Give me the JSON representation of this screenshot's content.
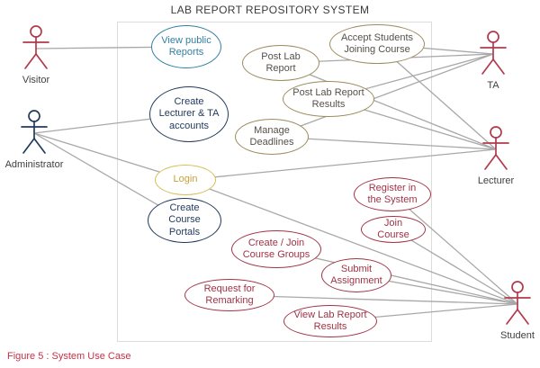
{
  "title": "LAB REPORT REPOSITORY SYSTEM",
  "caption": "Figure 5 : System Use Case",
  "actors": [
    {
      "id": "actor-visitor",
      "label": "Visitor",
      "color": "#b03a4c"
    },
    {
      "id": "actor-administrator",
      "label": "Administrator",
      "color": "#233a5e"
    },
    {
      "id": "actor-ta",
      "label": "TA",
      "color": "#b03a4c"
    },
    {
      "id": "actor-lecturer",
      "label": "Lecturer",
      "color": "#b03a4c"
    },
    {
      "id": "actor-student",
      "label": "Student",
      "color": "#b03a4c"
    }
  ],
  "usecases": [
    {
      "id": "uc-view-public-reports",
      "label": "View public Reports",
      "border": "#337fa3",
      "text": "#337fa3"
    },
    {
      "id": "uc-post-lab-report",
      "label": "Post Lab Report",
      "border": "#9c8b5d",
      "text": "#55504a"
    },
    {
      "id": "uc-accept-students",
      "label": "Accept Students Joining Course",
      "border": "#9c8b5d",
      "text": "#55504a"
    },
    {
      "id": "uc-post-lab-report-results",
      "label": "Post Lab Report Results",
      "border": "#9c8b5d",
      "text": "#55504a"
    },
    {
      "id": "uc-create-lecturer-ta",
      "label": "Create Lecturer & TA accounts",
      "border": "#233a5e",
      "text": "#233a5e"
    },
    {
      "id": "uc-manage-deadlines",
      "label": "Manage Deadlines",
      "border": "#9c8b5d",
      "text": "#55504a"
    },
    {
      "id": "uc-login",
      "label": "Login",
      "border": "#d9bd55",
      "text": "#c7a23c"
    },
    {
      "id": "uc-register-system",
      "label": "Register in the System",
      "border": "#a03345",
      "text": "#a03345"
    },
    {
      "id": "uc-create-course-portals",
      "label": "Create Course Portals",
      "border": "#233a5e",
      "text": "#233a5e"
    },
    {
      "id": "uc-join-course",
      "label": "Join Course",
      "border": "#a03345",
      "text": "#a03345"
    },
    {
      "id": "uc-create-join-groups",
      "label": "Create / Join Course Groups",
      "border": "#a03345",
      "text": "#a03345"
    },
    {
      "id": "uc-submit-assignment",
      "label": "Submit Assignment",
      "border": "#a03345",
      "text": "#a03345"
    },
    {
      "id": "uc-request-remarking",
      "label": "Request for Remarking",
      "border": "#a03345",
      "text": "#a03345"
    },
    {
      "id": "uc-view-lab-report-results",
      "label": "View Lab Report Results",
      "border": "#a03345",
      "text": "#a03345"
    }
  ],
  "edges": [
    {
      "from": "actor-visitor",
      "to": "uc-view-public-reports"
    },
    {
      "from": "actor-administrator",
      "to": "uc-create-lecturer-ta"
    },
    {
      "from": "actor-administrator",
      "to": "uc-login"
    },
    {
      "from": "actor-administrator",
      "to": "uc-create-course-portals"
    },
    {
      "from": "actor-ta",
      "to": "uc-accept-students"
    },
    {
      "from": "actor-ta",
      "to": "uc-post-lab-report"
    },
    {
      "from": "actor-ta",
      "to": "uc-post-lab-report-results"
    },
    {
      "from": "actor-ta",
      "to": "uc-manage-deadlines"
    },
    {
      "from": "actor-lecturer",
      "to": "uc-accept-students"
    },
    {
      "from": "actor-lecturer",
      "to": "uc-post-lab-report"
    },
    {
      "from": "actor-lecturer",
      "to": "uc-post-lab-report-results"
    },
    {
      "from": "actor-lecturer",
      "to": "uc-manage-deadlines"
    },
    {
      "from": "actor-lecturer",
      "to": "uc-login"
    },
    {
      "from": "actor-student",
      "to": "uc-login"
    },
    {
      "from": "actor-student",
      "to": "uc-register-system"
    },
    {
      "from": "actor-student",
      "to": "uc-join-course"
    },
    {
      "from": "actor-student",
      "to": "uc-create-join-groups"
    },
    {
      "from": "actor-student",
      "to": "uc-submit-assignment"
    },
    {
      "from": "actor-student",
      "to": "uc-request-remarking"
    },
    {
      "from": "actor-student",
      "to": "uc-view-lab-report-results"
    }
  ],
  "colors": {
    "edge": "#a8a8a8",
    "boundary": "#dcdcdc",
    "title": "#3b3b3b",
    "caption": "#cc2f45",
    "actor_label": "#3f3f3f"
  }
}
